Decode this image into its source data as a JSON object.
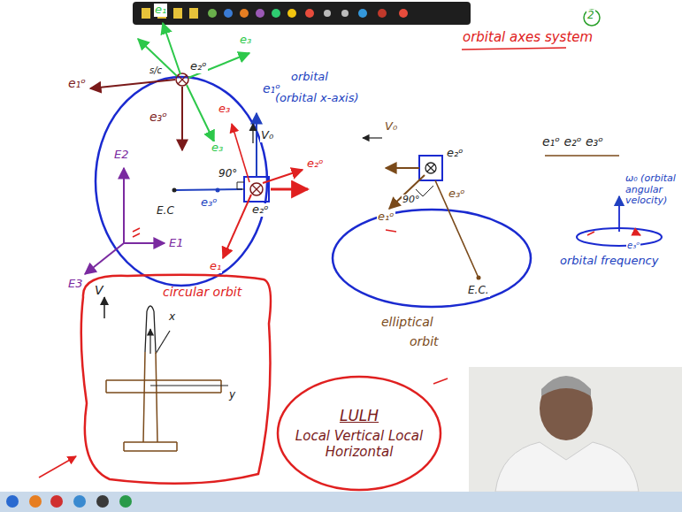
{
  "diagram": {
    "title": "orbital axes system",
    "nodes": [
      {
        "text": [
          "circular orbit"
        ]
      },
      {
        "text": [
          "LULH",
          "Local Vertical Local Horizontal"
        ]
      }
    ],
    "labels": [
      "2",
      "e₁ᵒ",
      "s/c",
      "e₂ᵒ",
      "e₁",
      "e₃",
      "e₃ᵒ",
      "e₃",
      "e₃",
      "e₁ᵒ",
      "orbital",
      "(orbital x-axis)",
      "V₀",
      "90°",
      "e₂ᵒ",
      "e₂ᵒ",
      "e₃ᵒ",
      "E.C",
      "e₁",
      "E2",
      "E1",
      "E3",
      "V₀",
      "e₂ᵒ",
      "e₁ᵒ",
      "e₃ᵒ",
      "90°",
      "E.C.",
      "elliptical",
      "orbit",
      "e₁ᵒ e₂ᵒ e₃ᵒ",
      "ω₀ (orbital angular velocity)",
      "e₃ᵒ",
      "orbital frequency",
      "V",
      "x",
      "y"
    ]
  }
}
